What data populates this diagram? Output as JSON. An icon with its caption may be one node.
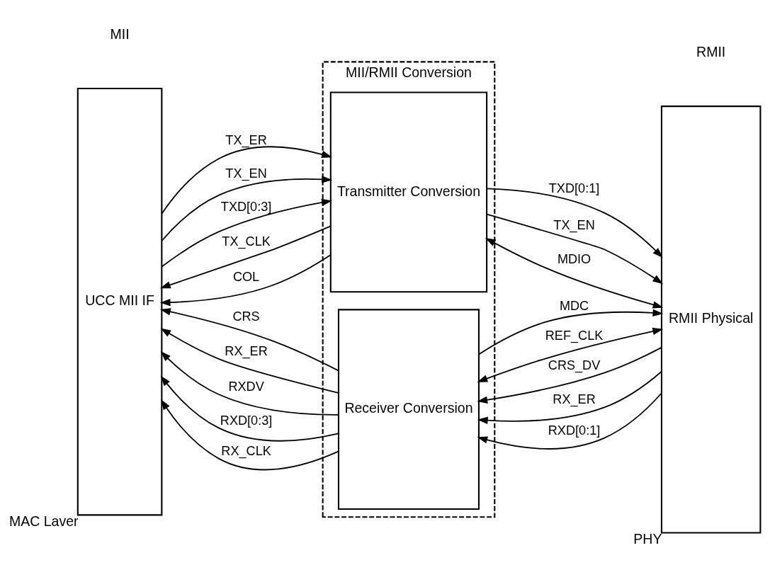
{
  "diagram": {
    "nodes": [
      {
        "text": [
          "UCC MII IF"
        ],
        "beside": [
          "MAC Laver"
        ]
      },
      {
        "text": [
          "MII/RMII Conversion"
        ]
      },
      {
        "text": [
          "Transmitter Conversion"
        ],
        "in": 1
      },
      {
        "text": [
          "Receiver Conversion"
        ],
        "in": 1
      },
      {
        "text": [
          "RMII Physical"
        ],
        "beside": [
          "PHY"
        ]
      }
    ],
    "edges": [
      {
        "from": 0,
        "to": 2,
        "arrow": "to",
        "label": "TX_ER"
      },
      {
        "from": 0,
        "to": 2,
        "arrow": "to",
        "label": "TX_EN"
      },
      {
        "from": 0,
        "to": 2,
        "arrow": "to",
        "label": "TXD[0:3]"
      },
      {
        "from": 2,
        "to": 0,
        "arrow": "to",
        "label": "TX_CLK"
      },
      {
        "from": 2,
        "to": 0,
        "arrow": "to",
        "label": "COL"
      },
      {
        "from": 3,
        "to": 0,
        "arrow": "to",
        "label": "CRS"
      },
      {
        "from": 3,
        "to": 0,
        "arrow": "to",
        "label": "RX_ER"
      },
      {
        "from": 3,
        "to": 0,
        "arrow": "to",
        "label": "RXDV"
      },
      {
        "from": 3,
        "to": 0,
        "arrow": "to",
        "label": "RXD[0:3]"
      },
      {
        "from": 3,
        "to": 0,
        "arrow": "to",
        "label": "RX_CLK"
      },
      {
        "from": 2,
        "to": 4,
        "arrow": "to",
        "label": "TXD[0:1]"
      },
      {
        "from": 2,
        "to": 4,
        "arrow": "to",
        "label": "TX_EN"
      },
      {
        "from": 2,
        "to": 4,
        "arrow": "both",
        "label": "MDIO"
      },
      {
        "from": 3,
        "to": 4,
        "arrow": "to",
        "label": "MDC"
      },
      {
        "from": 4,
        "to": 3,
        "arrow": "to",
        "label": "CRS_DV"
      },
      {
        "from": 3,
        "to": 4,
        "arrow": "both",
        "label": "REF_CLK"
      },
      {
        "from": 4,
        "to": 3,
        "arrow": "to",
        "label": "RX_ER"
      },
      {
        "from": 4,
        "to": 3,
        "arrow": "to",
        "label": "RXD[0:1]"
      }
    ],
    "labels": [
      "MII",
      "RMII"
    ]
  }
}
